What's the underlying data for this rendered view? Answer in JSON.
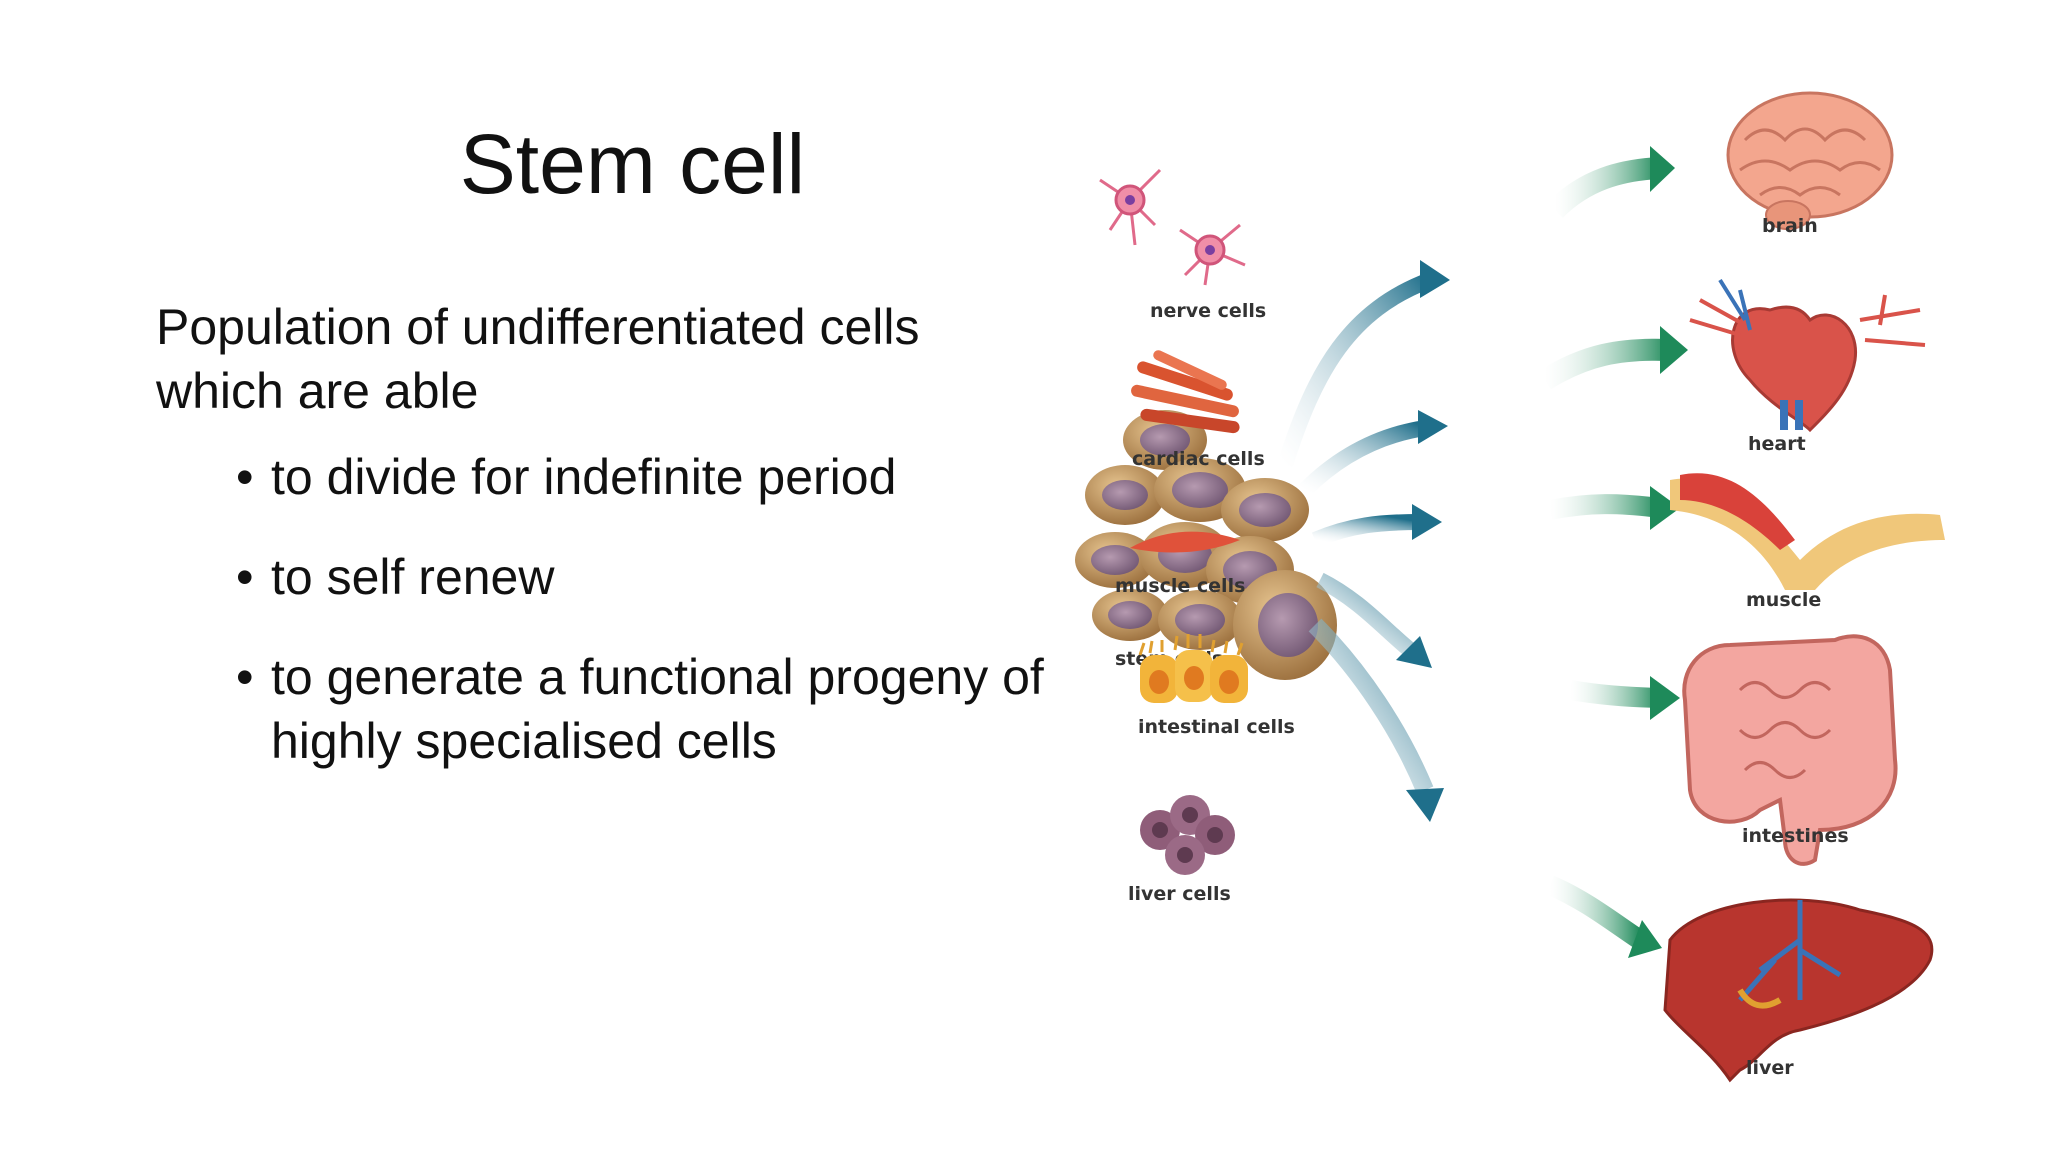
{
  "slide": {
    "title": "Stem cell",
    "intro": "Population of undifferentiated cells which are able",
    "bullets": [
      "to divide for indefinite period",
      "to self renew",
      "to generate a functional progeny of highly specialised cells"
    ],
    "bullet_glyph": "•"
  },
  "figure": {
    "source_label": "stem cells",
    "cell_labels": [
      "nerve cells",
      "cardiac cells",
      "muscle cells",
      "intestinal cells",
      "liver cells"
    ],
    "organ_labels": [
      "brain",
      "heart",
      "muscle",
      "intestines",
      "liver"
    ],
    "colors": {
      "stem_cell": "#b48a55",
      "nucleus": "#8a6f88",
      "arrow_blue": "#1f6f8b",
      "arrow_green": "#1e8a5a",
      "nerve": "#e06a8a",
      "cardiac": "#d9532f",
      "intestinal": "#f2b43a",
      "liver_cell": "#8f5d79",
      "organ_red": "#c9443a",
      "organ_pink": "#f3a6a0"
    }
  }
}
